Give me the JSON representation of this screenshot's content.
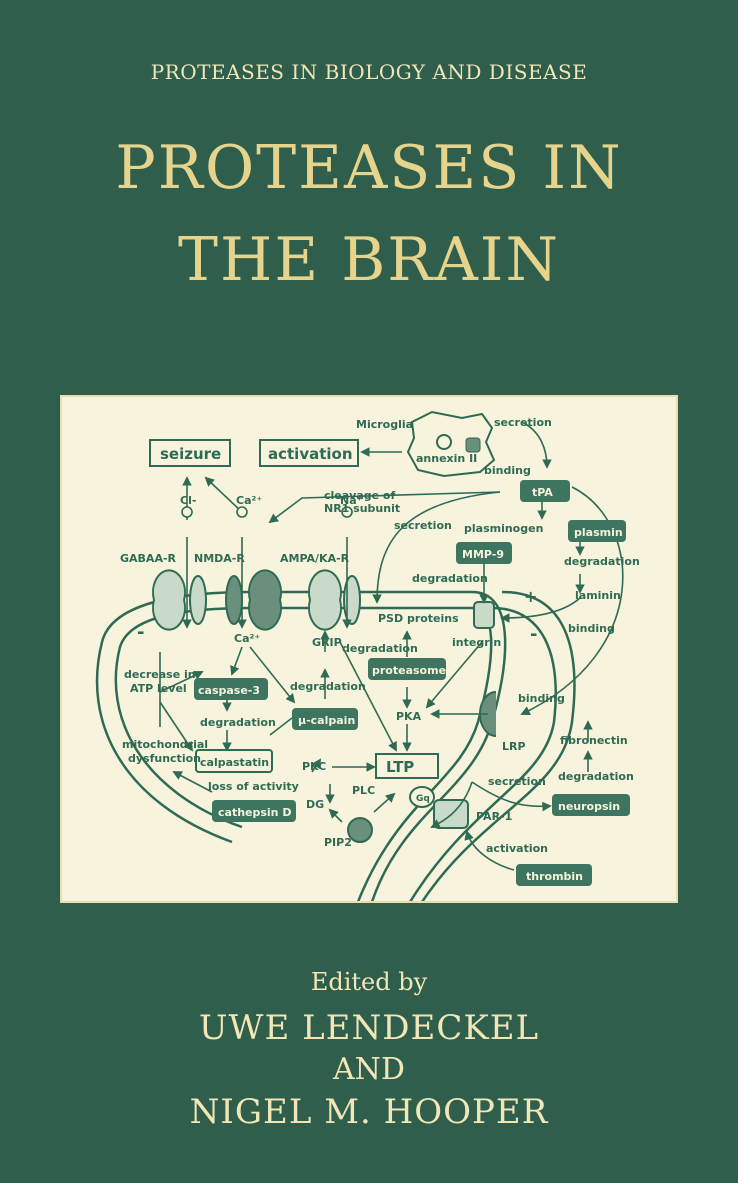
{
  "cover": {
    "series": "PROTEASES IN BIOLOGY AND DISEASE",
    "title_line1": "PROTEASES IN",
    "title_line2": "THE BRAIN",
    "edited_by": "Edited by",
    "editor1": "UWE LENDECKEL",
    "and": "AND",
    "editor2": "NIGEL M. HOOPER"
  },
  "diagram": {
    "microglia": "Microglia",
    "annexin": "annexin II",
    "secretion_top": "secretion",
    "binding_top": "binding",
    "seizure": "seizure",
    "activation": "activation",
    "cleavage_1": "cleavage of",
    "cleavage_2": "NR1 subunit",
    "tpa": "tPA",
    "cl": "Cl-",
    "ca_top": "Ca²⁺",
    "na": "Na⁺",
    "secretion_mid": "secretion",
    "plasminogen": "plasminogen",
    "plasmin": "plasmin",
    "gaba": "GABAA-R",
    "nmda": "NMDA-R",
    "ampa": "AMPA/KA-R",
    "mmp9": "MMP-9",
    "degradation_mmp": "degradation",
    "degradation_plasmin": "degradation",
    "laminin": "laminin",
    "plus": "+",
    "minus_left": "-",
    "minus_right": "-",
    "binding_right": "binding",
    "psd": "PSD proteins",
    "integrin": "integrin",
    "ca_mid": "Ca²⁺",
    "grip": "GRIP",
    "degradation_proteasome": "degradation",
    "proteasome": "proteasome",
    "decrease_1": "decrease in",
    "decrease_2": "ATP level",
    "caspase": "caspase-3",
    "degradation_calpain": "degradation",
    "calpain": "μ-calpain",
    "binding_lrp": "binding",
    "degradation_calpastatin": "degradation",
    "pka": "PKA",
    "lrp": "LRP",
    "mito_1": "mitochondrial",
    "mito_2": "dysfunction",
    "calpastatin": "calpastatin",
    "pkc": "PKC",
    "ltp": "LTP",
    "fibronectin": "fibronectin",
    "loss": "loss of activity",
    "secretion_bottom": "secretion",
    "degradation_fibro": "degradation",
    "cathepsin": "cathepsin D",
    "plc": "PLC",
    "gq": "Gq",
    "neuropsin": "neuropsin",
    "dg": "DG",
    "par1": "PAR-1",
    "pip2": "PIP2",
    "activation_bottom": "activation",
    "thrombin": "thrombin"
  },
  "colors": {
    "background": "#2f5e4c",
    "title": "#e6d48c",
    "text": "#f0e6b6",
    "diagram_bg": "#f7f3dc",
    "diagram_ink": "#2f6b54"
  }
}
